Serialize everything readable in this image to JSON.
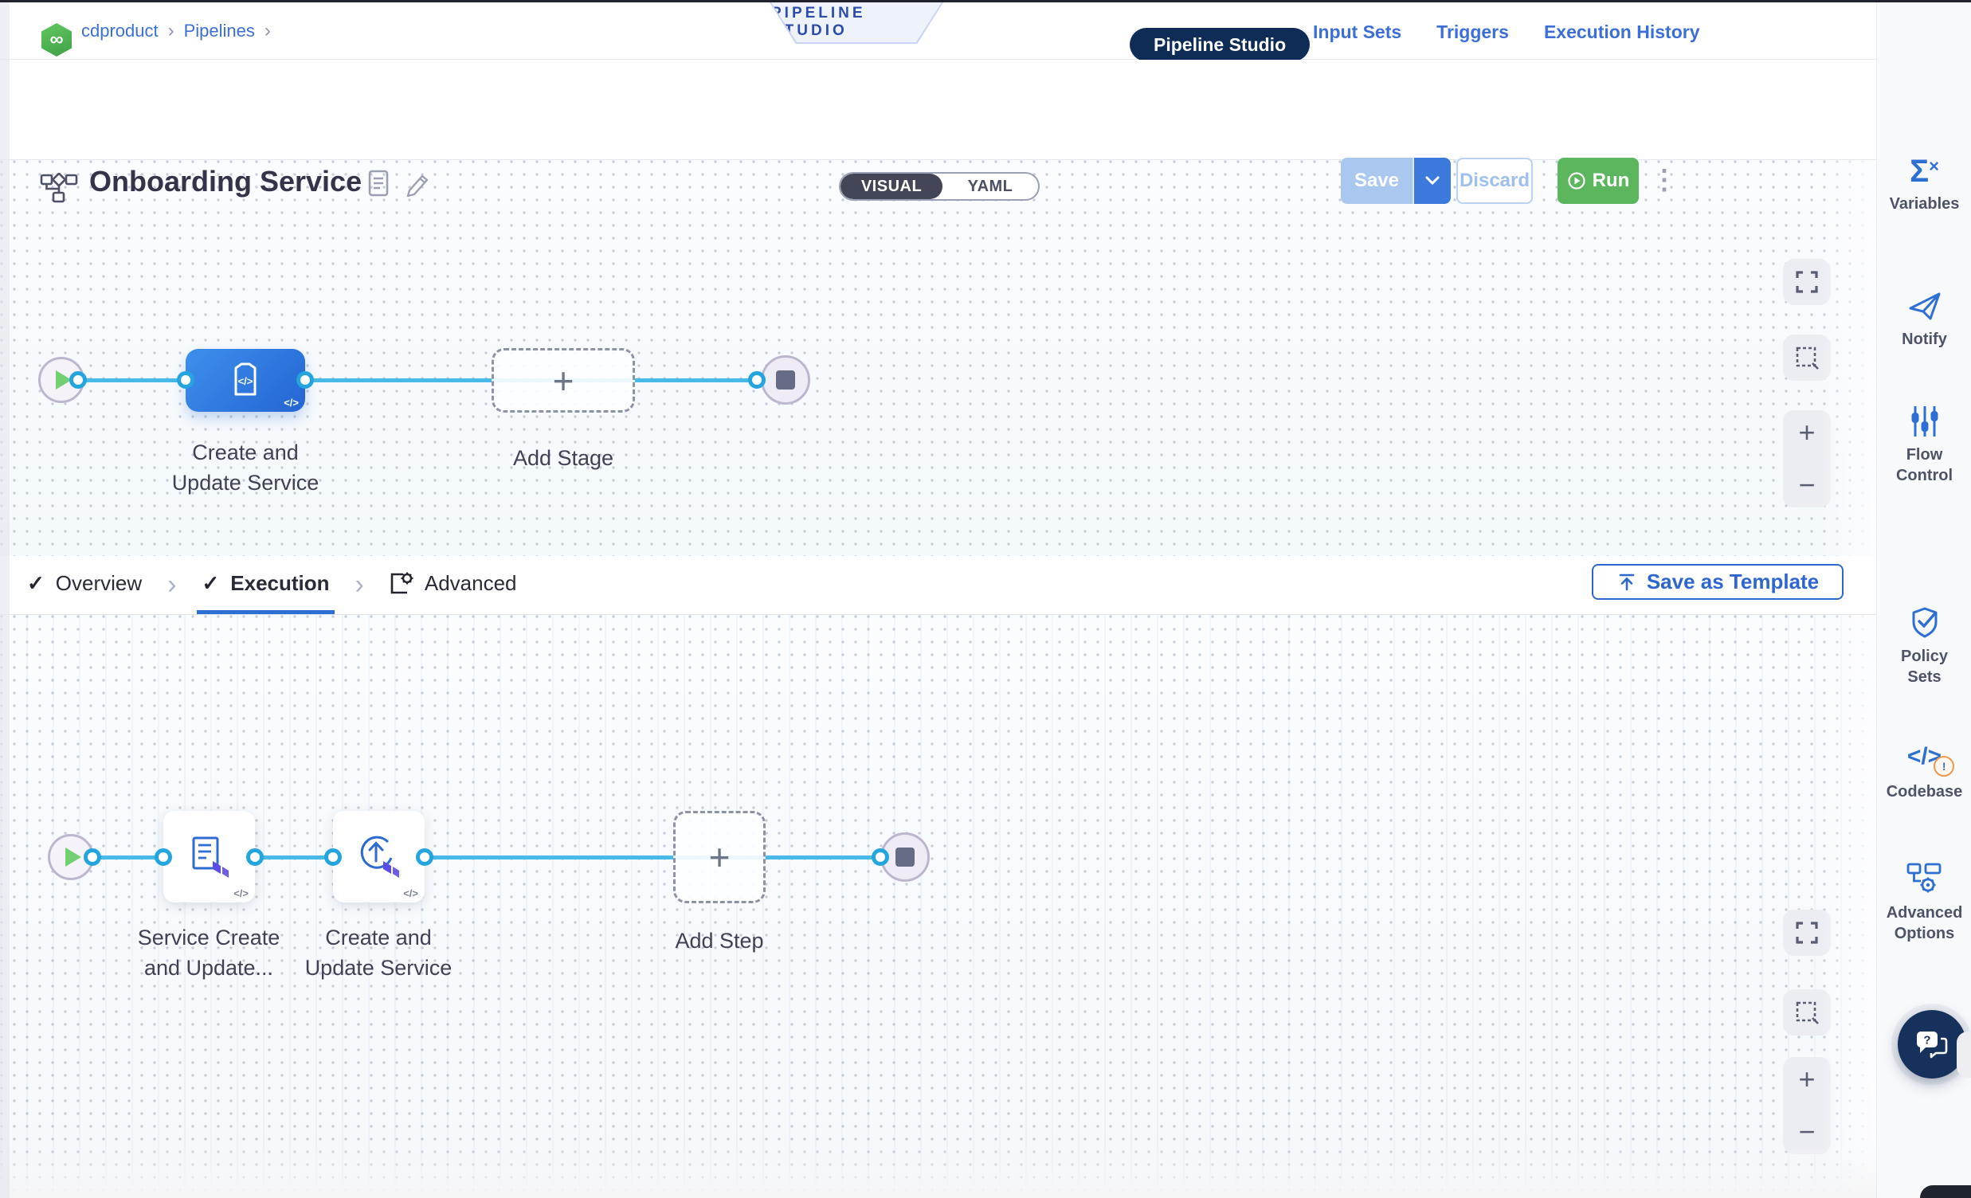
{
  "breadcrumb": {
    "project": "cdproduct",
    "section": "Pipelines",
    "separator": "›"
  },
  "studio_ribbon": {
    "label": "PIPELINE STUDIO"
  },
  "top_nav": {
    "active": "Pipeline Studio",
    "links": [
      "Input Sets",
      "Triggers",
      "Execution History"
    ]
  },
  "header": {
    "title": "Onboarding Service",
    "mode_toggle": {
      "visual": "VISUAL",
      "yaml": "YAML"
    },
    "actions": {
      "save": "Save",
      "discard": "Discard",
      "run": "Run"
    }
  },
  "stage_canvas": {
    "stage": {
      "name_line1": "Create and",
      "name_line2": "Update Service"
    },
    "add_stage_label": "Add Stage"
  },
  "pipeline_tabs": {
    "overview": "Overview",
    "execution": "Execution",
    "advanced": "Advanced",
    "save_as_template": "Save as Template"
  },
  "step_canvas": {
    "step1": {
      "name_line1": "Service Create",
      "name_line2": "and Update..."
    },
    "step2": {
      "name_line1": "Create and",
      "name_line2": "Update Service"
    },
    "add_step_label": "Add Step"
  },
  "sidebar": {
    "items": [
      {
        "label1": "Variables",
        "label2": ""
      },
      {
        "label1": "Notify",
        "label2": ""
      },
      {
        "label1": "Flow",
        "label2": "Control"
      },
      {
        "label1": "Policy",
        "label2": "Sets"
      },
      {
        "label1": "Codebase",
        "label2": ""
      },
      {
        "label1": "Advanced",
        "label2": "Options"
      }
    ]
  },
  "glyphs": {
    "infinity": "∞",
    "check": "✓",
    "chevron": "›",
    "plus": "+",
    "minus": "−",
    "more_vertical": "⋮",
    "code_badge": "</>",
    "code_brackets": "</>",
    "question": "?",
    "warning": "!"
  },
  "colors": {
    "accent_blue": "#2e6fd3",
    "link_blue": "#3b6fd7",
    "connector_blue": "#49b9e9",
    "run_green": "#5bb65e",
    "navy_pill": "#0e2c55",
    "stage_node_blue": "#2f7ce0",
    "warning_orange": "#ea9a4e"
  }
}
